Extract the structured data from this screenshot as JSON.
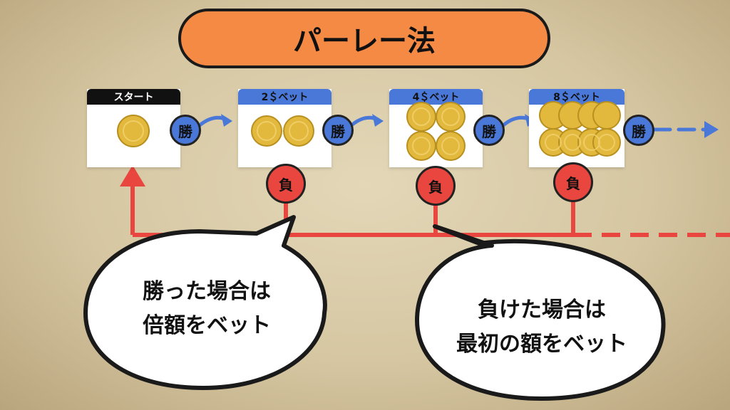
{
  "title": "パーレー法",
  "cards": [
    {
      "label": "スタート"
    },
    {
      "label": "2＄ベット"
    },
    {
      "label": "4＄ベット"
    },
    {
      "label": "8＄ベット"
    }
  ],
  "win_label": "勝",
  "lose_label": "負",
  "bubbles": {
    "left": {
      "line1": "勝った場合は",
      "line2": "倍額をベット"
    },
    "right": {
      "line1": "負けた場合は",
      "line2": "最初の額をベット"
    }
  },
  "colors": {
    "win": "#4a78d8",
    "lose": "#e8463e",
    "title": "#f58a45",
    "coin": "#e0b53a"
  }
}
